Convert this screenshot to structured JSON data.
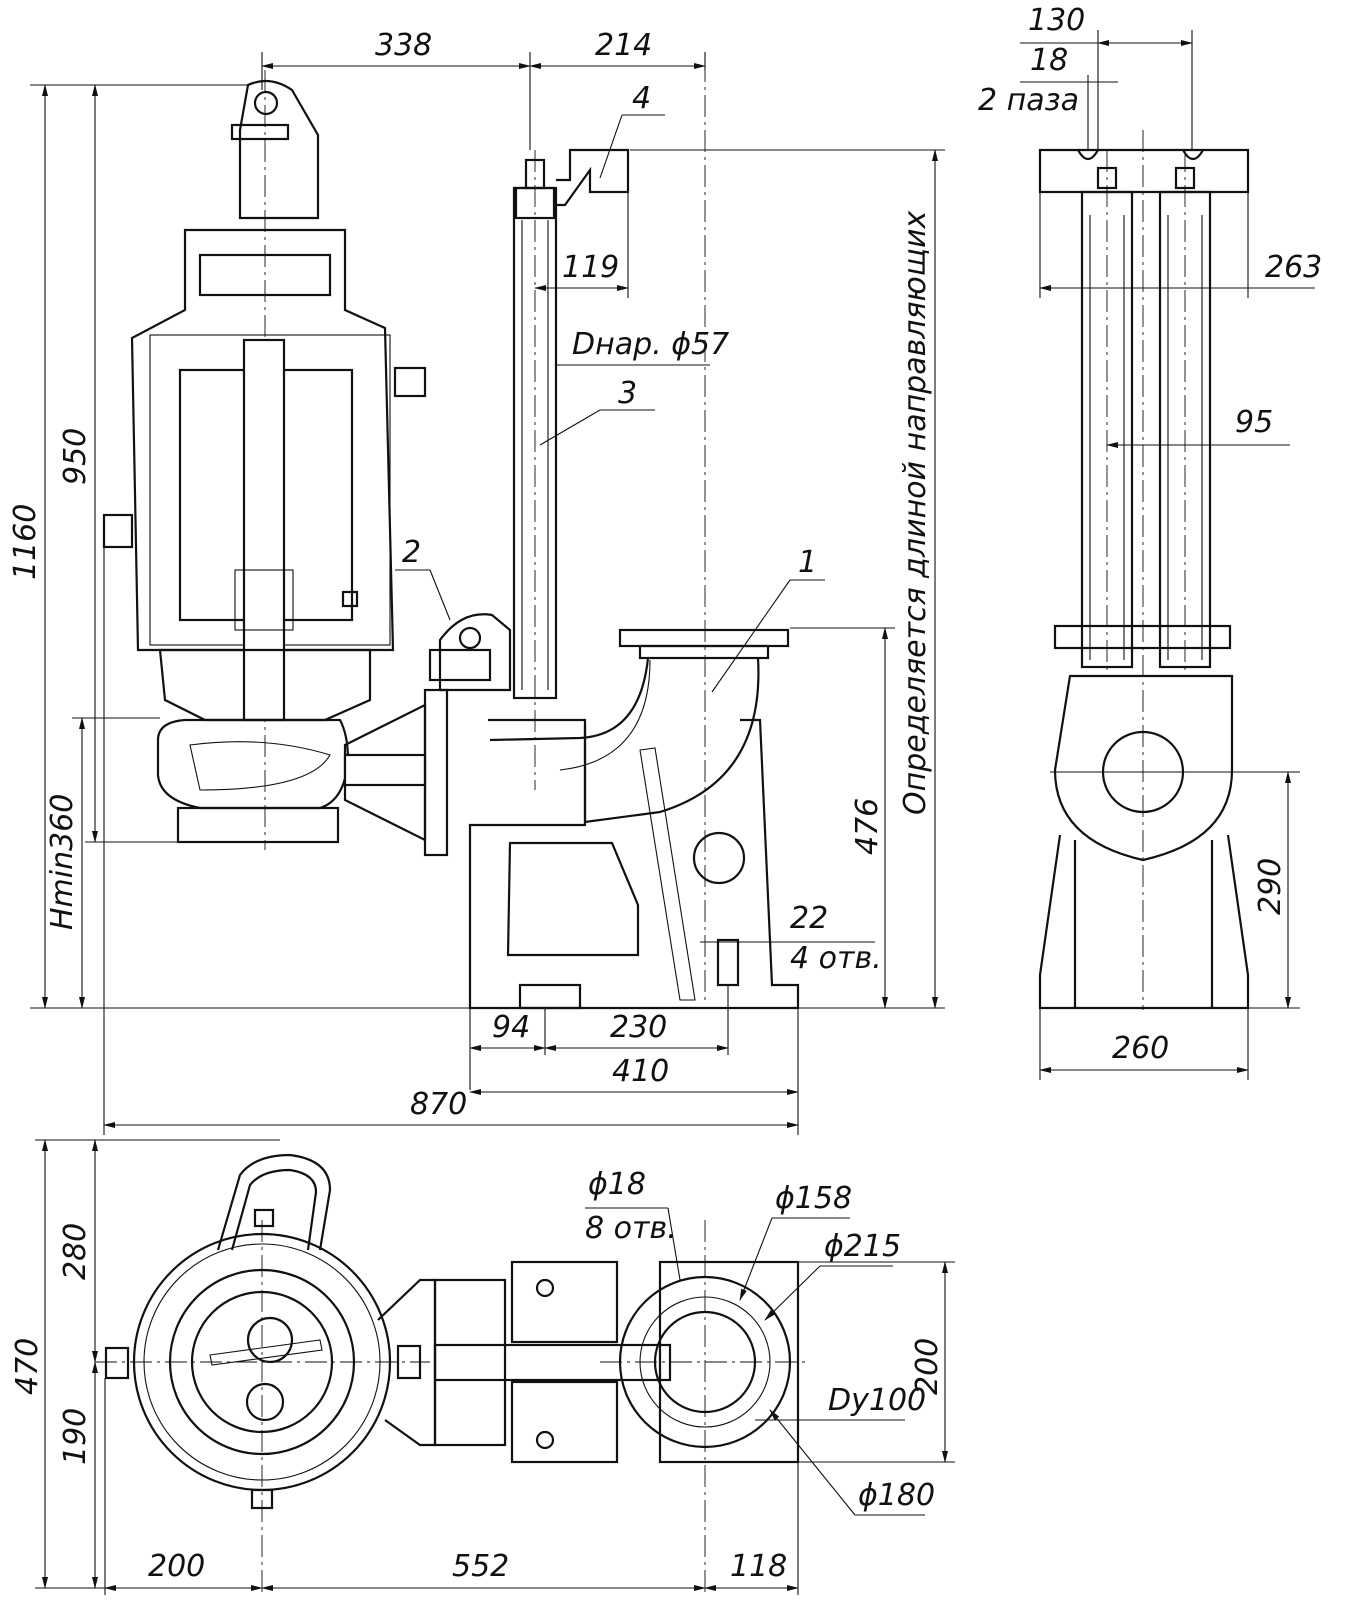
{
  "front_view": {
    "dims": {
      "d338": "338",
      "d214": "214",
      "d119": "119",
      "d950": "950",
      "d1160": "1160",
      "hmin": "Hmin360",
      "d476": "476",
      "d22": "22",
      "holes4": "4 отв.",
      "d94": "94",
      "d230": "230",
      "d410": "410",
      "d870": "870"
    },
    "pipe_label": "Dнар. ϕ57",
    "guide_note": "Определяется длиной направляющих",
    "parts": [
      "1",
      "2",
      "3",
      "4"
    ]
  },
  "side_view": {
    "dims": {
      "d130": "130",
      "d18": "18",
      "slots": "2 паза",
      "d263": "263",
      "d95": "95",
      "d290": "290",
      "d260": "260"
    }
  },
  "plan_view": {
    "dims": {
      "d280": "280",
      "d470": "470",
      "d190": "190",
      "d200v": "200",
      "d200": "200",
      "d552": "552",
      "d118": "118",
      "d18": "ϕ18",
      "holes8": "8 отв.",
      "d158": "ϕ158",
      "d215": "ϕ215",
      "dy100": "Dy100",
      "d180": "ϕ180"
    }
  }
}
